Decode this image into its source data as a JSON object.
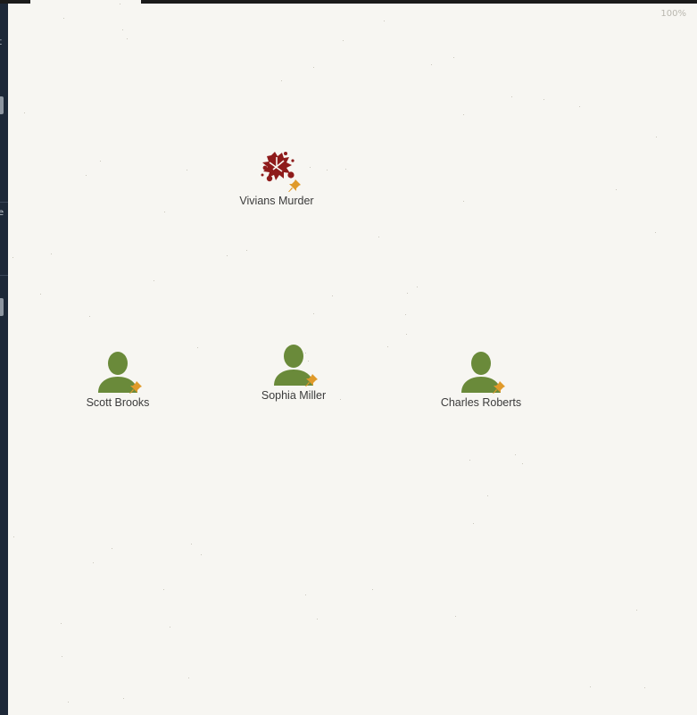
{
  "zoom_label": "100%",
  "left_strip": {
    "cut_letters": [
      "t",
      "e"
    ]
  },
  "nodes": [
    {
      "id": "vivians-murder",
      "type": "crime",
      "label": "Vivians Murder",
      "icon": "blood-splatter-icon",
      "color": "#8e1b1b",
      "pinned": true
    },
    {
      "id": "scott-brooks",
      "type": "person",
      "label": "Scott Brooks",
      "icon": "person-icon",
      "color": "#6a8a3a",
      "pinned": true
    },
    {
      "id": "sophia-miller",
      "type": "person",
      "label": "Sophia Miller",
      "icon": "person-icon",
      "color": "#6a8a3a",
      "pinned": true
    },
    {
      "id": "charles-roberts",
      "type": "person",
      "label": "Charles Roberts",
      "icon": "person-icon",
      "color": "#6a8a3a",
      "pinned": true
    }
  ],
  "pin_color": "#e09a2a"
}
